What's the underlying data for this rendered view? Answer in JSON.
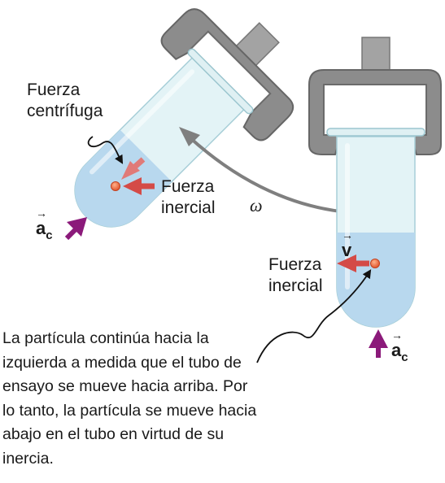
{
  "labels": {
    "fuerza_centrifuga_line1": "Fuerza",
    "fuerza_centrifuga_line2": "centrífuga",
    "fuerza_inercial_tilted_line1": "Fuerza",
    "fuerza_inercial_tilted_line2": "inercial",
    "fuerza_inercial_upright_line1": "Fuerza",
    "fuerza_inercial_upright_line2": "inercial",
    "omega": "ω",
    "velocity_symbol": "v",
    "accel_symbol": "a",
    "accel_subscript": "c",
    "vector_arrow": "→"
  },
  "caption_lines": [
    "La partícula continúa hacia la",
    "izquierda a medida que el tubo de",
    "ensayo se mueve hacia arriba. Por",
    "lo tanto, la partícula se mueve hacia",
    "abajo en el tubo en virtud de su",
    "inercia."
  ],
  "colors": {
    "tube_glass": "#e3f3f6",
    "tube_liquid": "#b8d8ee",
    "holder_gray": "#8c8c8c",
    "holder_dark": "#6b6b6b",
    "force_red": "#d44b47",
    "centrifugal_pink": "#e07a78",
    "accel_purple": "#8b1a7a",
    "rotation_gray": "#7f7f7f",
    "particle_orange": "#e8643a"
  }
}
